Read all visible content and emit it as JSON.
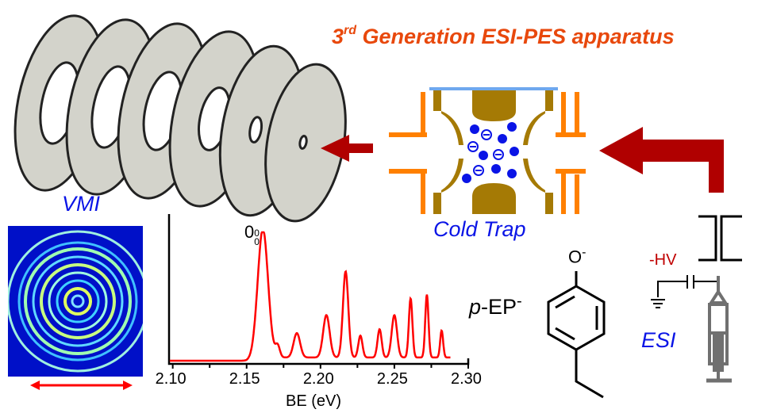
{
  "title": {
    "prefix": "3",
    "sup": "rd",
    "rest": " Generation ESI-PES apparatus"
  },
  "labels": {
    "vmi": "VMI",
    "cold_trap": "Cold Trap",
    "esi": "ESI",
    "hv": "-HV",
    "molecule_p": "p",
    "molecule_rest": "-EP",
    "molecule_charge": "-",
    "oxygen": "O",
    "oxygen_charge": "-",
    "peak_label": "0",
    "peak_sup": "0",
    "peak_sub": "0"
  },
  "colors": {
    "title": "#e8480c",
    "label": "#0a14e6",
    "arrow": "#b00000",
    "spectrum": "#ff0000",
    "trap_electrode": "#a57a05",
    "trap_flange": "#ff8000"
  },
  "chart_data": {
    "type": "line",
    "title": "",
    "xlabel": "BE (eV)",
    "ylabel": "",
    "xlim": [
      2.0975,
      2.3
    ],
    "ylim": [
      0,
      1.05
    ],
    "xticks": [
      "2.10",
      "2.15",
      "2.20",
      "2.25",
      "2.30"
    ],
    "xtick_values": [
      2.1,
      2.15,
      2.2,
      2.25,
      2.3
    ],
    "onset": 2.15,
    "x_end": 2.288,
    "peaks": [
      {
        "x": 2.161,
        "y": 1.0,
        "w": 0.0035
      },
      {
        "x": 2.171,
        "y": 0.09,
        "w": 0.0015
      },
      {
        "x": 2.184,
        "y": 0.19,
        "w": 0.0022
      },
      {
        "x": 2.204,
        "y": 0.33,
        "w": 0.0022
      },
      {
        "x": 2.217,
        "y": 0.67,
        "w": 0.0018
      },
      {
        "x": 2.227,
        "y": 0.17,
        "w": 0.0014
      },
      {
        "x": 2.24,
        "y": 0.22,
        "w": 0.0014
      },
      {
        "x": 2.25,
        "y": 0.33,
        "w": 0.0018
      },
      {
        "x": 2.261,
        "y": 0.46,
        "w": 0.0012
      },
      {
        "x": 2.272,
        "y": 0.49,
        "w": 0.0011
      },
      {
        "x": 2.282,
        "y": 0.21,
        "w": 0.001
      }
    ]
  }
}
